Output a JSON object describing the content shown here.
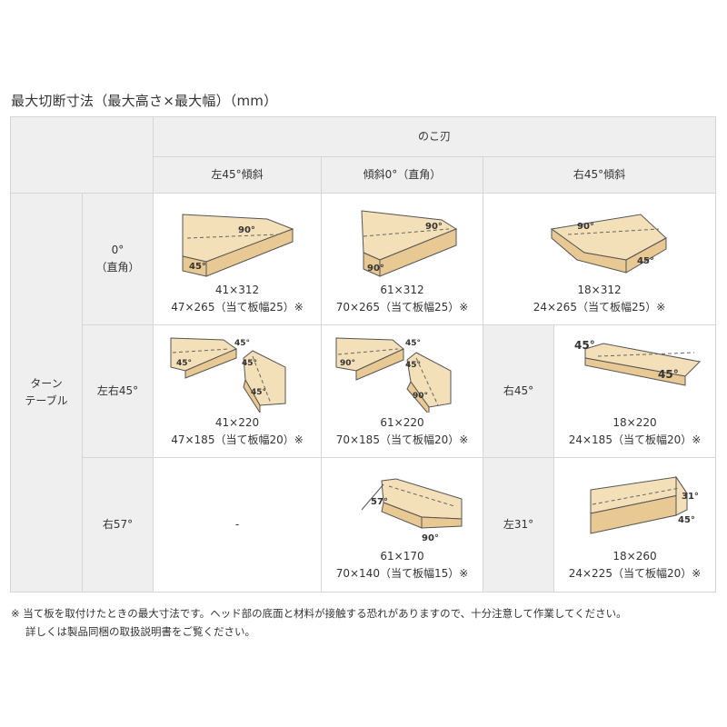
{
  "title": "最大切断寸法（最大高さ×最大幅）（mm）",
  "header": {
    "saw_blade": "のこ刃",
    "tilt_left45": "左45°傾斜",
    "tilt_0": "傾斜0°（直角）",
    "tilt_right45": "右45°傾斜"
  },
  "rows": {
    "turntable": "ターン\nテーブル",
    "r0": "0°\n（直角）",
    "r_lr45": "左右45°",
    "r_r45": "右45°",
    "r_r57": "右57°",
    "r_l31": "左31°"
  },
  "cells": {
    "c00": {
      "line1": "41×312",
      "line2": "47×265（当て板幅25）※",
      "angles": [
        "90°",
        "45°"
      ]
    },
    "c01": {
      "line1": "61×312",
      "line2": "70×265（当て板幅25）※",
      "angles": [
        "90°",
        "90°"
      ]
    },
    "c02": {
      "line1": "18×312",
      "line2": "24×265（当て板幅25）※",
      "angles": [
        "90°",
        "45°"
      ]
    },
    "c10": {
      "line1": "41×220",
      "line2": "47×185（当て板幅20）※",
      "angles": [
        "45°",
        "45°",
        "45°",
        "45°"
      ]
    },
    "c11": {
      "line1": "61×220",
      "line2": "70×185（当て板幅20）※",
      "angles": [
        "45°",
        "90°",
        "45°",
        "90°"
      ]
    },
    "c12": {
      "line1": "18×220",
      "line2": "24×185（当て板幅20）※",
      "angles": [
        "45°",
        "45°"
      ]
    },
    "c20": {
      "text": "-"
    },
    "c21": {
      "line1": "61×170",
      "line2": "70×140（当て板幅15）※",
      "angles": [
        "57°",
        "90°"
      ]
    },
    "c22": {
      "line1": "18×260",
      "line2": "24×225（当て板幅20）※",
      "angles": [
        "31°",
        "45°"
      ]
    }
  },
  "note": {
    "line1": "※ 当て板を取付けたときの最大寸法です。ヘッド部の底面と材料が接触する恐れがありますので、十分注意して作業してください。",
    "line2": "詳しくは製品同梱の取扱説明書をご覧ください。"
  },
  "colors": {
    "wood_top": "#f3dfb8",
    "wood_side": "#e8c893",
    "outline": "#555555",
    "header_bg": "#efefef"
  }
}
